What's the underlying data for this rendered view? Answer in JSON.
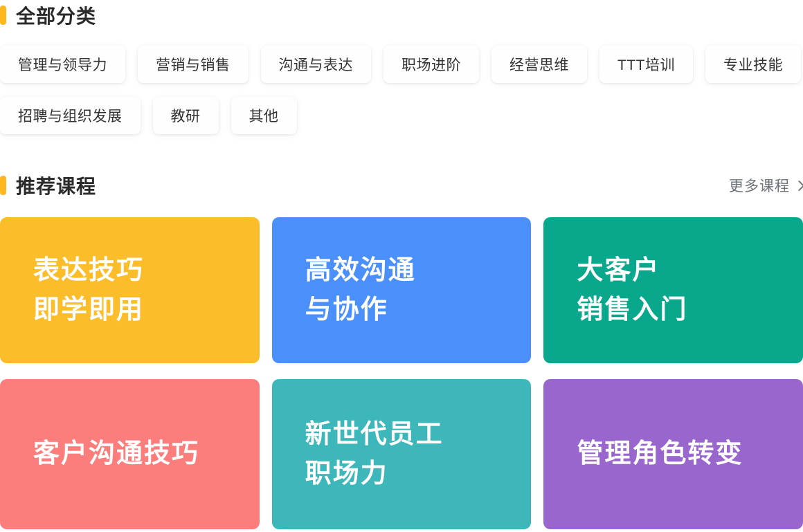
{
  "colors": {
    "accent": "#FFB71E",
    "page_background": "#FFFFFF",
    "title_text": "#2A2A2A",
    "more_link_gray": "#6E737A",
    "category_button_bg": "#FEFEFE",
    "category_button_text": "#333333",
    "card_text": "#FFFFFF"
  },
  "categories": {
    "title": "全部分类",
    "items": [
      "管理与领导力",
      "营销与销售",
      "沟通与表达",
      "职场进阶",
      "经营思维",
      "TTT培训",
      "专业技能",
      "招聘与组织发展",
      "教研",
      "其他"
    ]
  },
  "recommended": {
    "title": "推荐课程",
    "more_label": "更多课程",
    "cards": [
      {
        "lines": [
          "表达技巧",
          "即学即用"
        ],
        "color": "#FCBD2B"
      },
      {
        "lines": [
          "高效沟通",
          "与协作"
        ],
        "color": "#4B90FA"
      },
      {
        "lines": [
          "大客户",
          "销售入门"
        ],
        "color": "#09A78B"
      },
      {
        "lines": [
          "客户沟通技巧"
        ],
        "color": "#FC7E7C"
      },
      {
        "lines": [
          "新世代员工",
          "职场力"
        ],
        "color": "#3EB7BA"
      },
      {
        "lines": [
          "管理角色转变"
        ],
        "color": "#9966CE"
      }
    ]
  }
}
